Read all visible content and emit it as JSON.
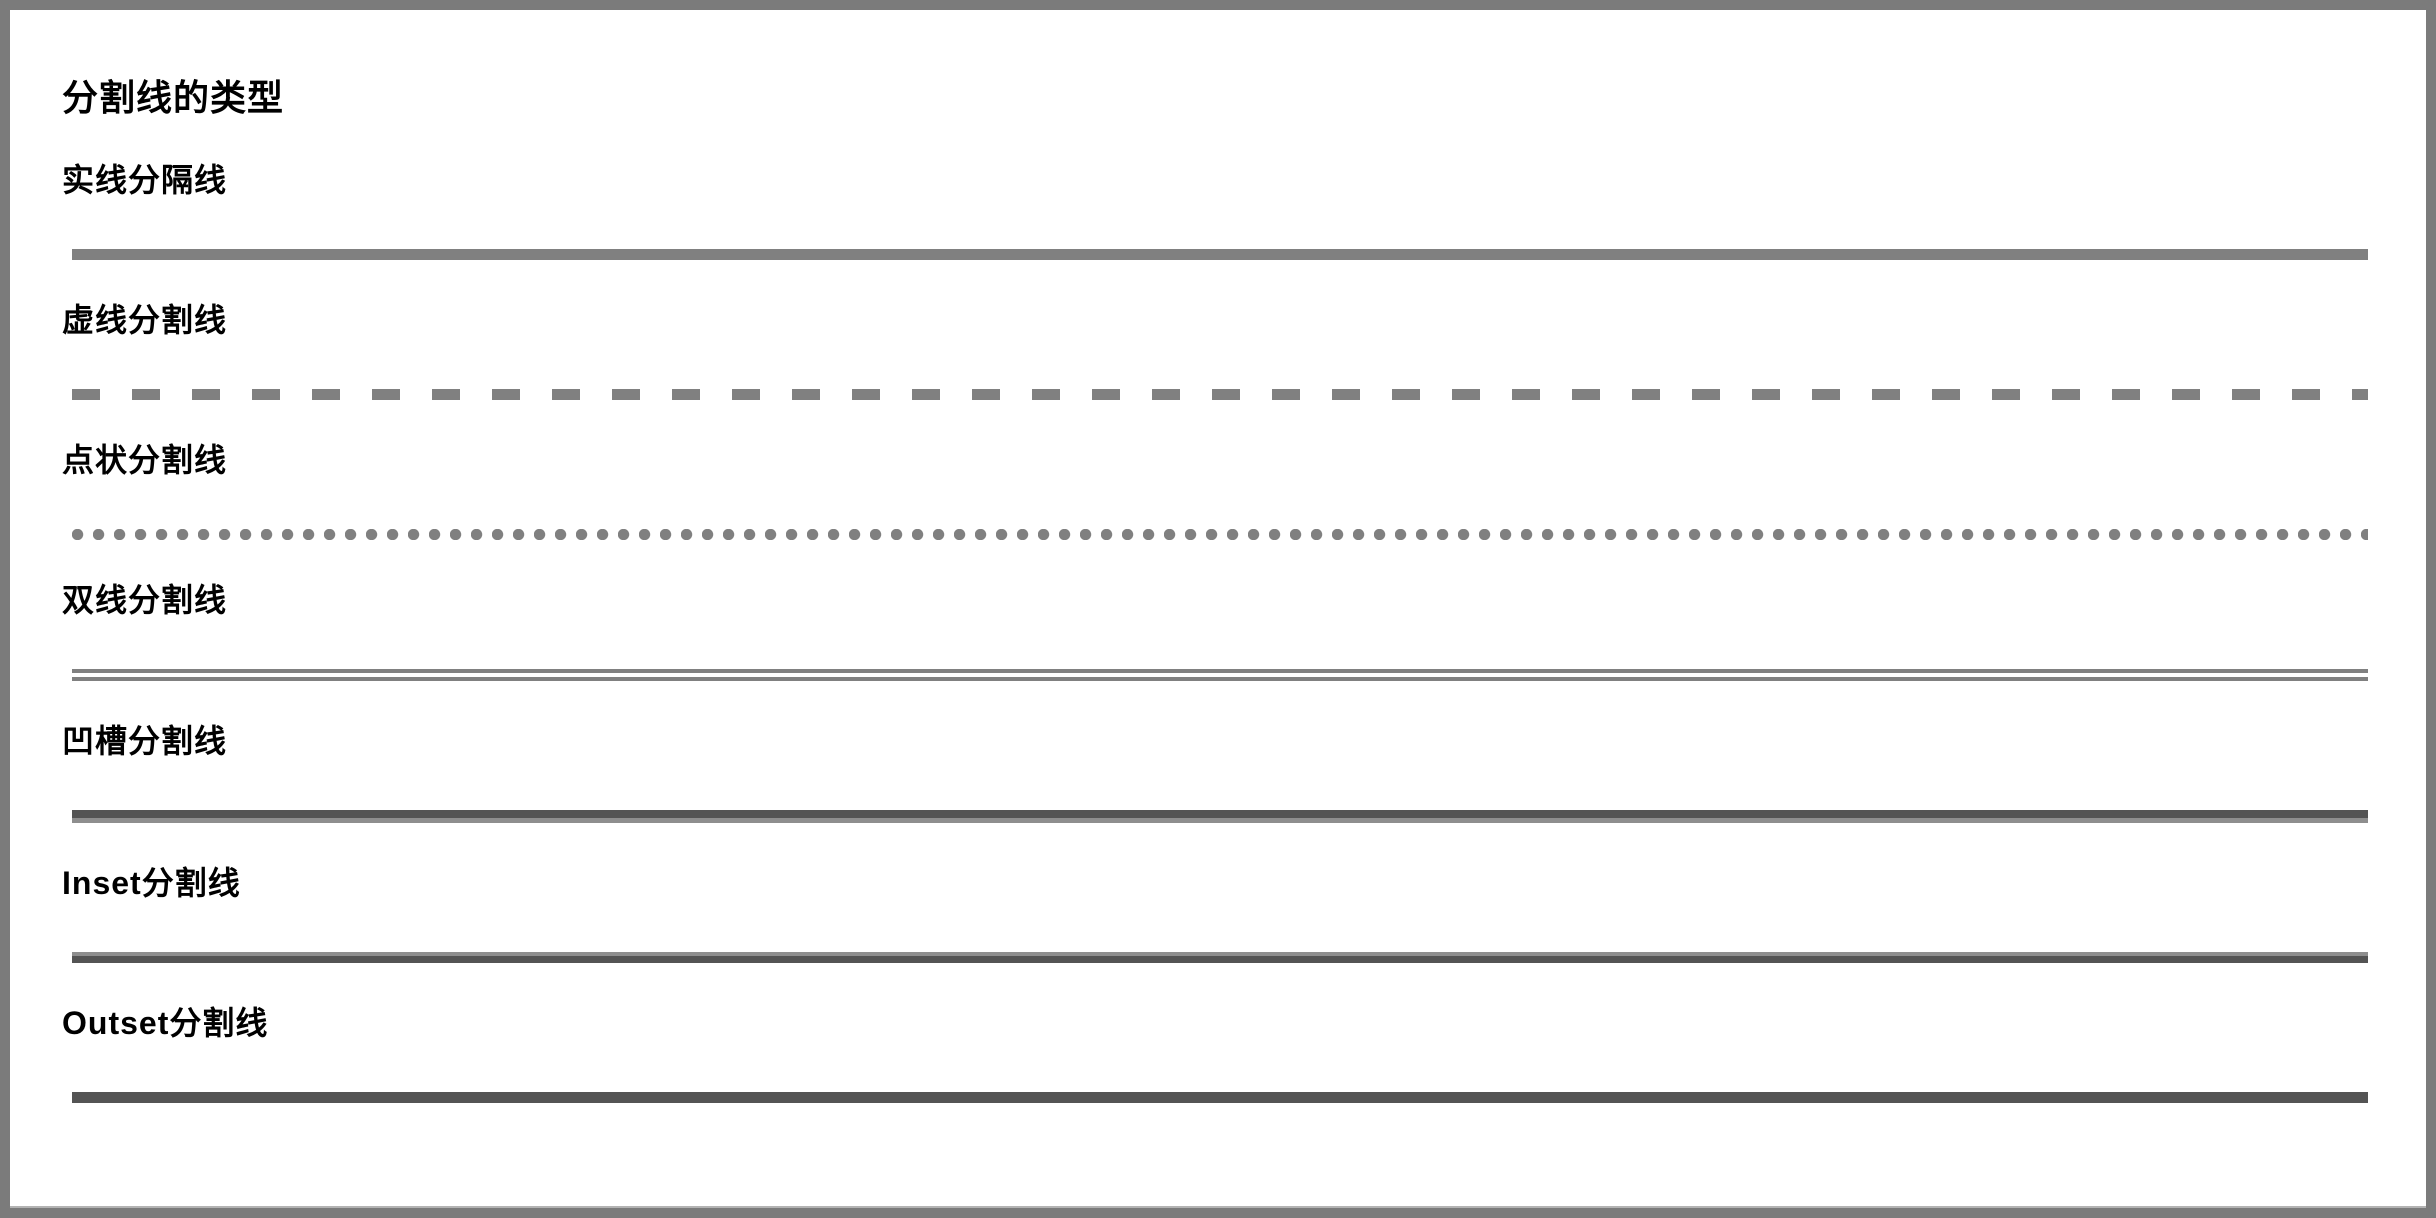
{
  "page": {
    "title": "分割线的类型",
    "dividers": [
      {
        "label": "实线分隔线",
        "style": "solid"
      },
      {
        "label": "虚线分割线",
        "style": "dashed"
      },
      {
        "label": "点状分割线",
        "style": "dotted"
      },
      {
        "label": "双线分割线",
        "style": "double"
      },
      {
        "label": "凹槽分割线",
        "style": "groove"
      },
      {
        "label": "Inset分割线",
        "style": "inset"
      },
      {
        "label": "Outset分割线",
        "style": "outset"
      }
    ],
    "colors": {
      "frame": "#7b7b7b",
      "frame_highlight": "#b3b3b3",
      "page_background": "#ffffff",
      "text": "#000000",
      "line": "#808080",
      "line_dark": "#545454",
      "line_light": "#8e8e8e"
    }
  }
}
